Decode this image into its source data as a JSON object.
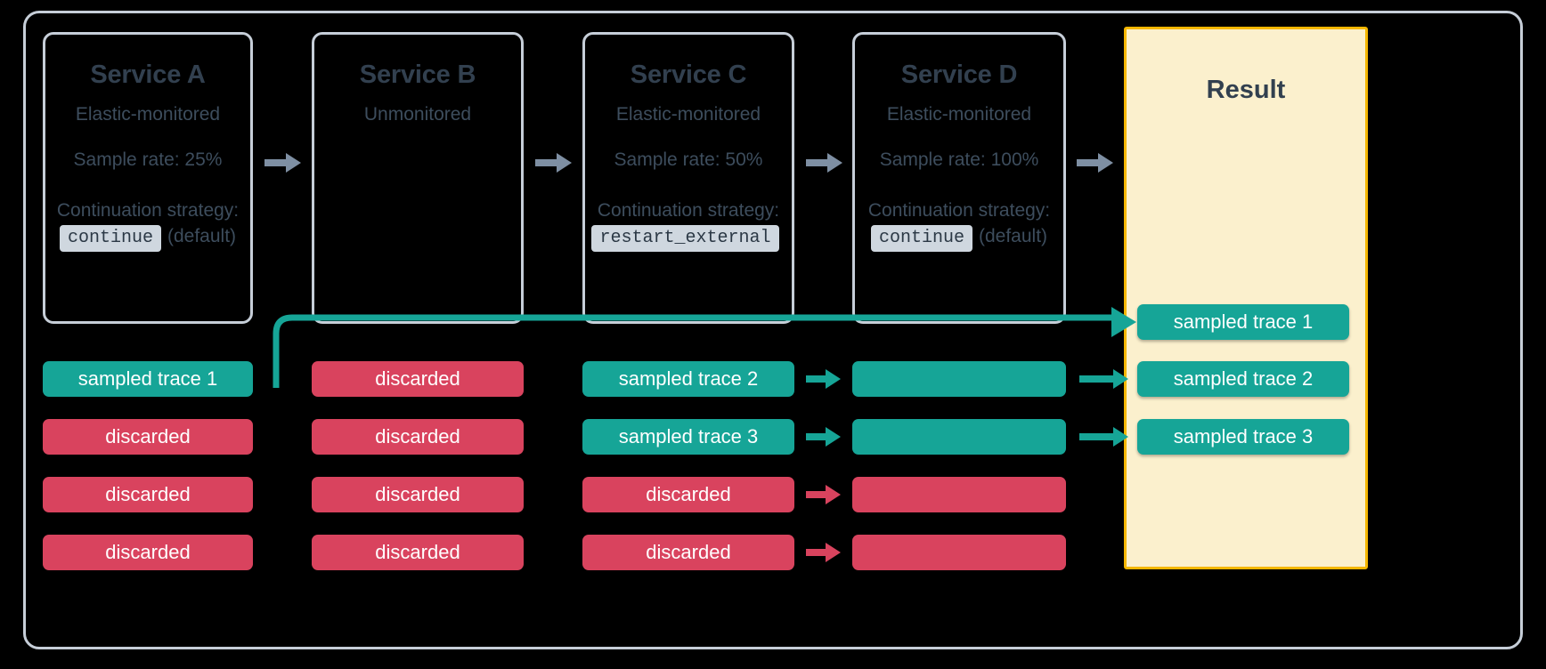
{
  "diagram": {
    "title": "Distributed tracing sampling across services",
    "colors": {
      "background": "#000000",
      "frame_border": "#c6ced8",
      "service_border": "#c6ced8",
      "service_title_text": "#32404f",
      "service_body_text": "#3d4d5d",
      "code_chip_bg": "#cfd7df",
      "sampled_green": "#16a597",
      "discarded_red": "#d9435e",
      "result_bg": "#fbf0cd",
      "result_border": "#f5b700",
      "grey_arrow": "#7e8fa3"
    }
  },
  "services": [
    {
      "name": "Service A",
      "monitoring": "Elastic-monitored",
      "sample_rate": "Sample rate: 25%",
      "strategy_label": "Continuation strategy:",
      "strategy_value": "continue",
      "strategy_note": "(default)",
      "has_details": true
    },
    {
      "name": "Service B",
      "monitoring": "Unmonitored",
      "sample_rate": "",
      "strategy_label": "",
      "strategy_value": "",
      "strategy_note": "",
      "has_details": false
    },
    {
      "name": "Service C",
      "monitoring": "Elastic-monitored",
      "sample_rate": "Sample rate: 50%",
      "strategy_label": "Continuation strategy:",
      "strategy_value": "restart_external",
      "strategy_note": "",
      "has_details": true
    },
    {
      "name": "Service D",
      "monitoring": "Elastic-monitored",
      "sample_rate": "Sample rate: 100%",
      "strategy_label": "Continuation strategy:",
      "strategy_value": "continue",
      "strategy_note": "(default)",
      "has_details": true
    }
  ],
  "result": {
    "title": "Result",
    "traces": [
      {
        "label": "sampled trace 1",
        "state": "sampled"
      },
      {
        "label": "sampled trace 2",
        "state": "sampled"
      },
      {
        "label": "sampled trace 3",
        "state": "sampled"
      }
    ]
  },
  "columns": [
    {
      "service": "Service A",
      "rows": [
        {
          "label": "sampled trace 1",
          "state": "sampled"
        },
        {
          "label": "discarded",
          "state": "discarded"
        },
        {
          "label": "discarded",
          "state": "discarded"
        },
        {
          "label": "discarded",
          "state": "discarded"
        }
      ]
    },
    {
      "service": "Service B",
      "rows": [
        {
          "label": "discarded",
          "state": "discarded"
        },
        {
          "label": "discarded",
          "state": "discarded"
        },
        {
          "label": "discarded",
          "state": "discarded"
        },
        {
          "label": "discarded",
          "state": "discarded"
        }
      ]
    },
    {
      "service": "Service C",
      "rows": [
        {
          "label": "sampled trace 2",
          "state": "sampled"
        },
        {
          "label": "sampled trace 3",
          "state": "sampled"
        },
        {
          "label": "discarded",
          "state": "discarded"
        },
        {
          "label": "discarded",
          "state": "discarded"
        }
      ]
    },
    {
      "service": "Service D",
      "rows": [
        {
          "label": "",
          "state": "sampled"
        },
        {
          "label": "",
          "state": "sampled"
        },
        {
          "label": "",
          "state": "discarded"
        },
        {
          "label": "",
          "state": "discarded"
        }
      ]
    }
  ],
  "flow_arrows": {
    "count": 4,
    "icon": "right-arrow-icon",
    "color": "#7e8fa3"
  },
  "trace_arrows": [
    {
      "from": "Service C row 1",
      "to": "Service D row 1",
      "state": "sampled"
    },
    {
      "from": "Service C row 2",
      "to": "Service D row 2",
      "state": "sampled"
    },
    {
      "from": "Service C row 3",
      "to": "Service D row 3",
      "state": "discarded"
    },
    {
      "from": "Service C row 4",
      "to": "Service D row 4",
      "state": "discarded"
    },
    {
      "from": "Service D row 1",
      "to": "Result trace 2",
      "state": "sampled"
    },
    {
      "from": "Service D row 2",
      "to": "Result trace 3",
      "state": "sampled"
    }
  ],
  "routed_connector": {
    "from": "Service A sampled trace 1",
    "to": "Result sampled trace 1",
    "color": "#16a597"
  }
}
